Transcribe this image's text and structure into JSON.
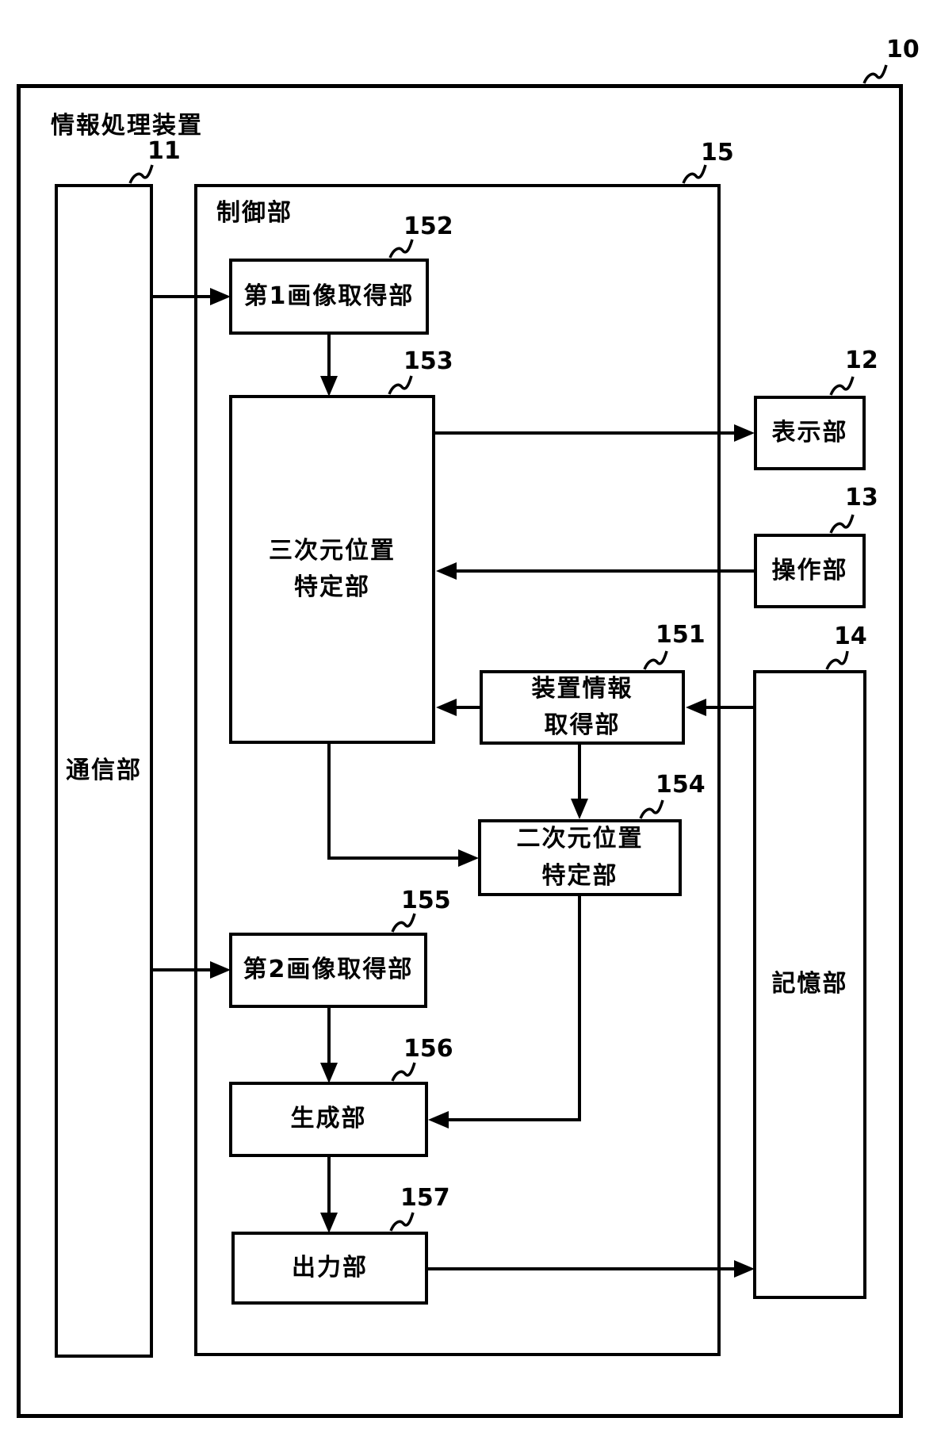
{
  "device_title": "情報処理装置",
  "figure_ref": "10",
  "blocks": {
    "communication": {
      "ref": "11",
      "label": "通信部"
    },
    "control": {
      "ref": "15",
      "label": "制御部"
    },
    "first_image": {
      "ref": "152",
      "label": "第1画像取得部"
    },
    "pos3d": {
      "ref": "153",
      "label": "三次元位置\n特定部"
    },
    "display": {
      "ref": "12",
      "label": "表示部"
    },
    "operation": {
      "ref": "13",
      "label": "操作部"
    },
    "device_info": {
      "ref": "151",
      "label": "装置情報\n取得部"
    },
    "storage": {
      "ref": "14",
      "label": "記憶部"
    },
    "pos2d": {
      "ref": "154",
      "label": "二次元位置\n特定部"
    },
    "second_image": {
      "ref": "155",
      "label": "第2画像取得部"
    },
    "generation": {
      "ref": "156",
      "label": "生成部"
    },
    "output": {
      "ref": "157",
      "label": "出力部"
    }
  },
  "colors": {
    "line": "#000000",
    "background": "#ffffff"
  }
}
